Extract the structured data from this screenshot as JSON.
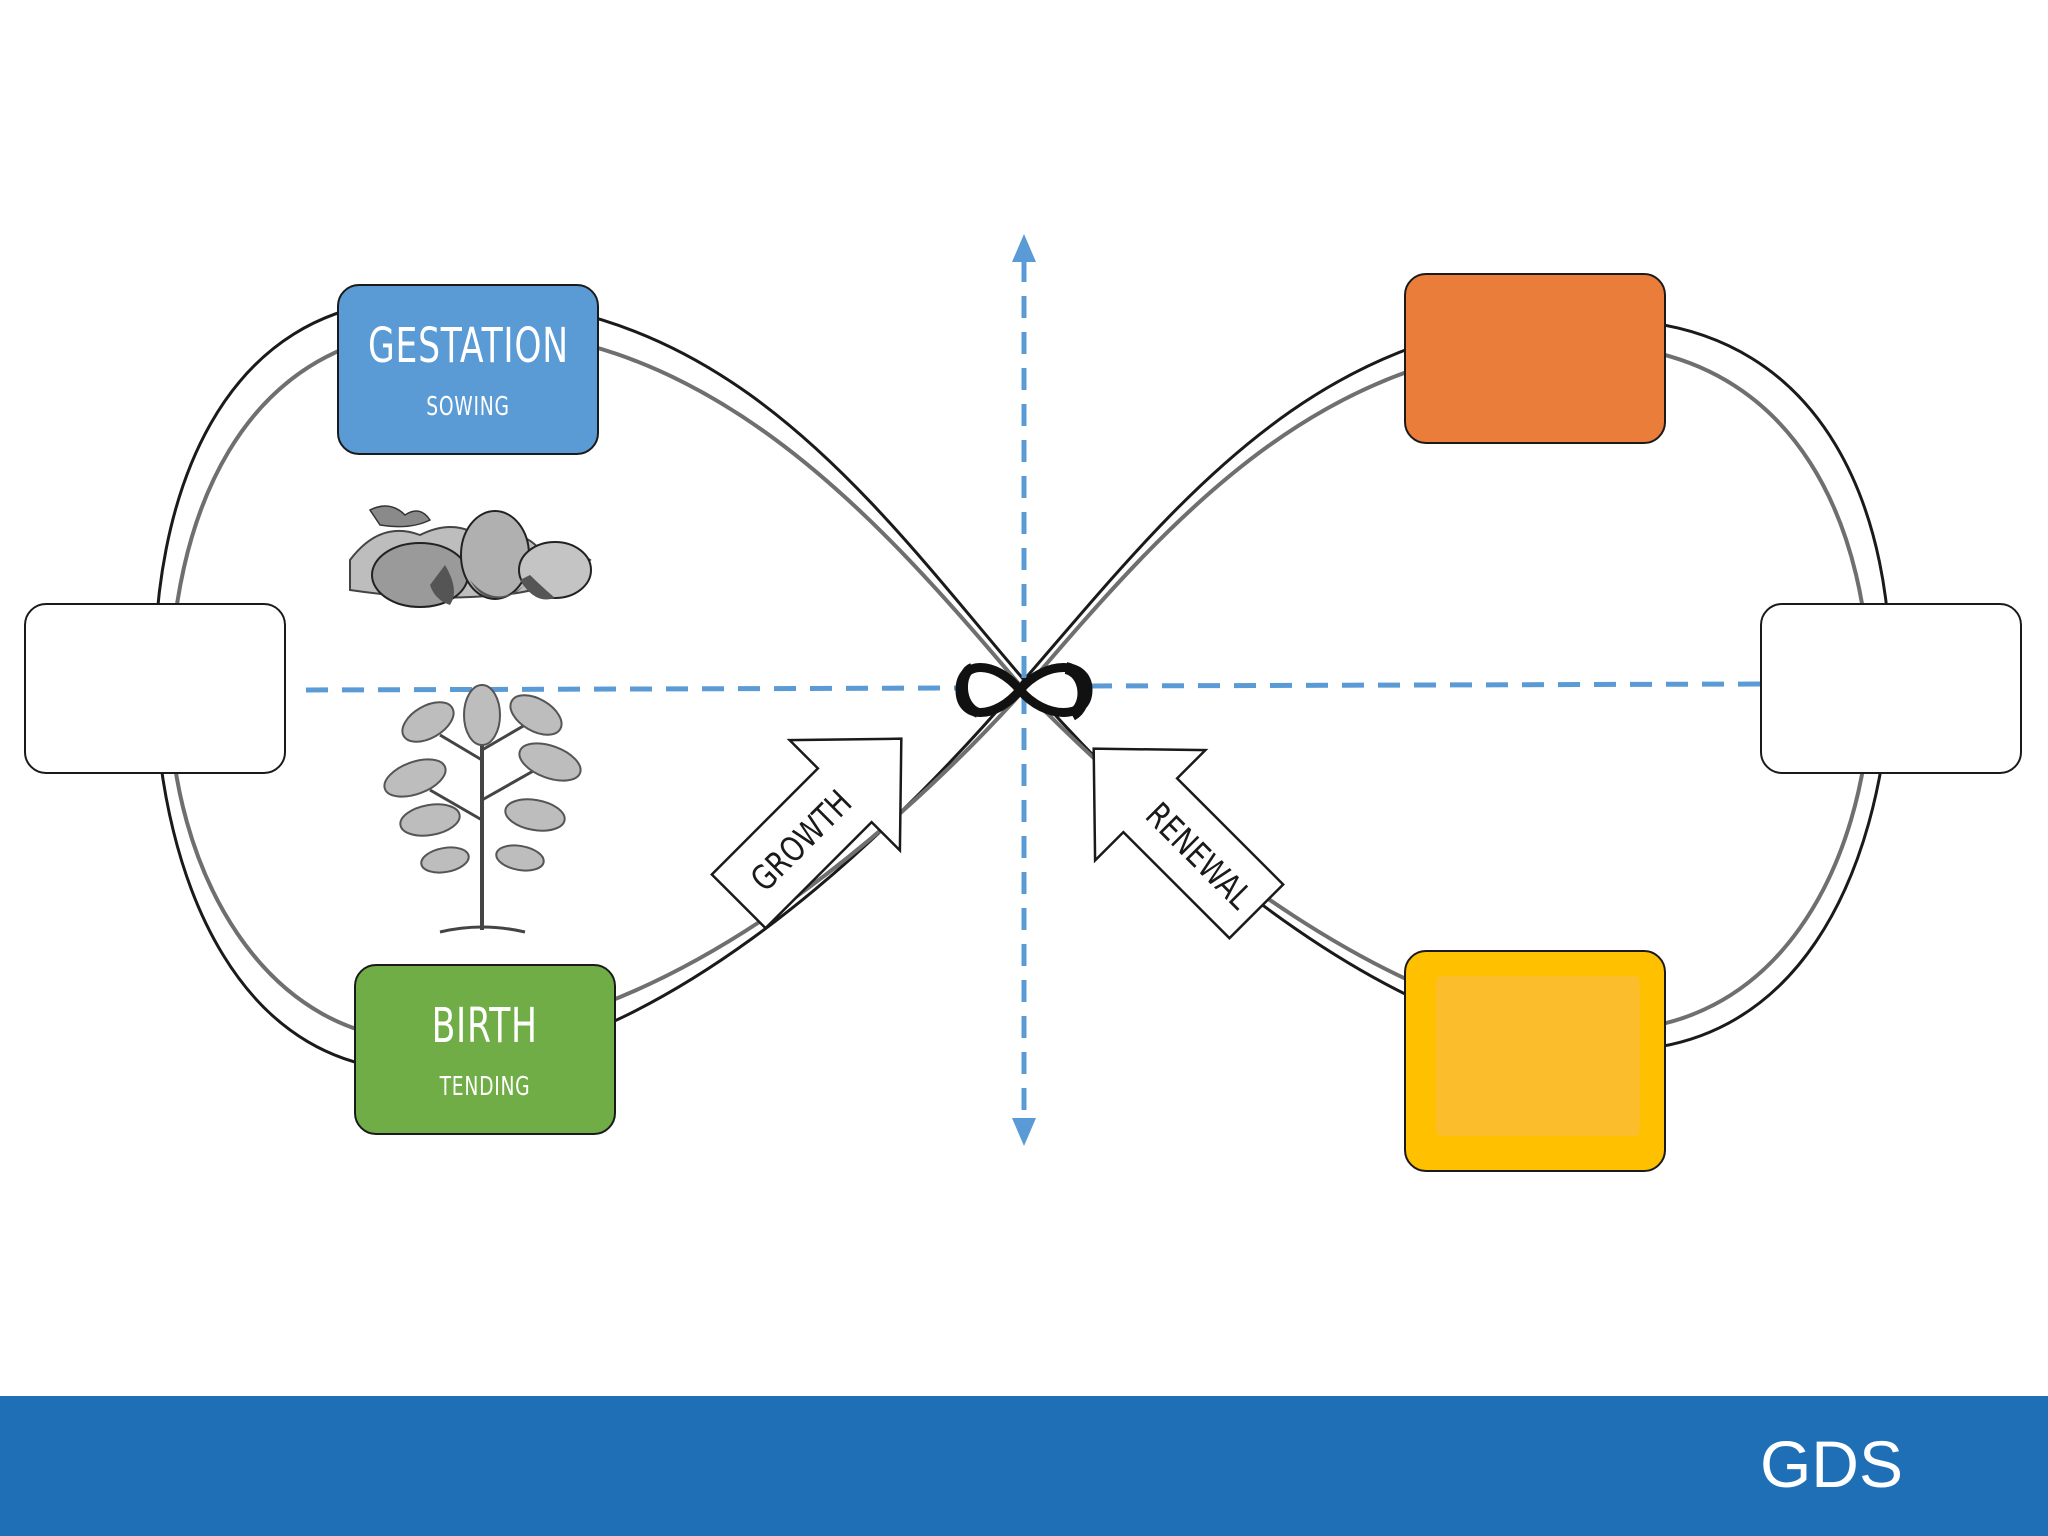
{
  "colors": {
    "gestation": "#5b9bd5",
    "birth": "#70ad47",
    "top_right": "#ea7d3a",
    "bottom_right": "#ffc000",
    "axis": "#5b9bd5",
    "footer": "#1f6fb7"
  },
  "boxes": {
    "gestation": {
      "title": "GESTATION",
      "subtitle": "SOWING"
    },
    "birth": {
      "title": "BIRTH",
      "subtitle": "TENDING"
    }
  },
  "arrows": {
    "growth": "GROWTH",
    "renewal": "RENEWAL"
  },
  "icons": [
    "infinity-icon",
    "acorns-illustration",
    "oak-sapling-illustration"
  ],
  "footer": {
    "logo": "GDS"
  }
}
